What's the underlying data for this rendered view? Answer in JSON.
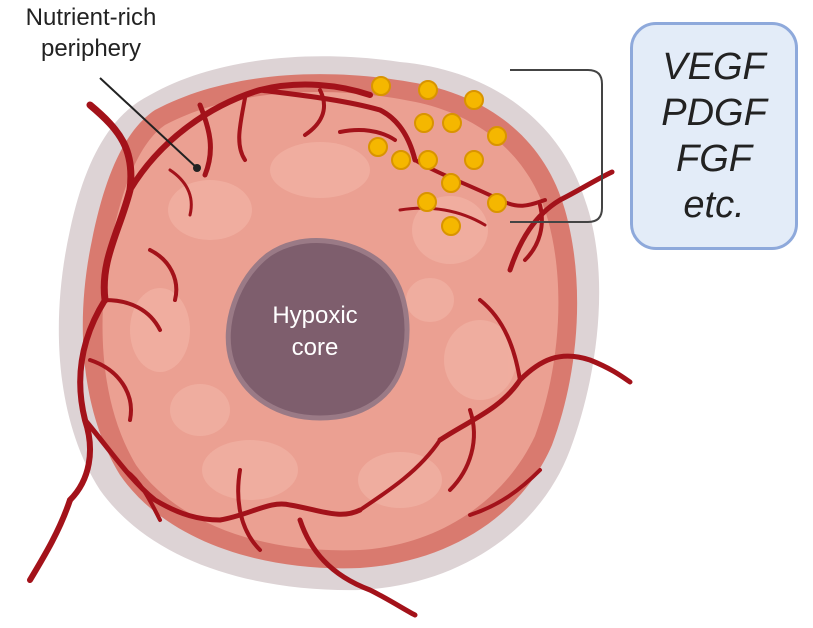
{
  "labels": {
    "periphery_line1": "Nutrient-rich",
    "periphery_line2": "periphery",
    "core_line1": "Hypoxic",
    "core_line2": "core"
  },
  "growth_factors": [
    "VEGF",
    "PDGF",
    "FGF",
    "etc."
  ],
  "colors": {
    "tumor_outer": "#c9b4b6",
    "tumor_body": "#e89a8e",
    "tumor_rim": "#d8746a",
    "core": "#7e5e6d",
    "vessel": "#a3121a",
    "factor_dot": "#f5b700",
    "box_fill": "#e3ecf8",
    "box_border": "#8ea9db"
  }
}
